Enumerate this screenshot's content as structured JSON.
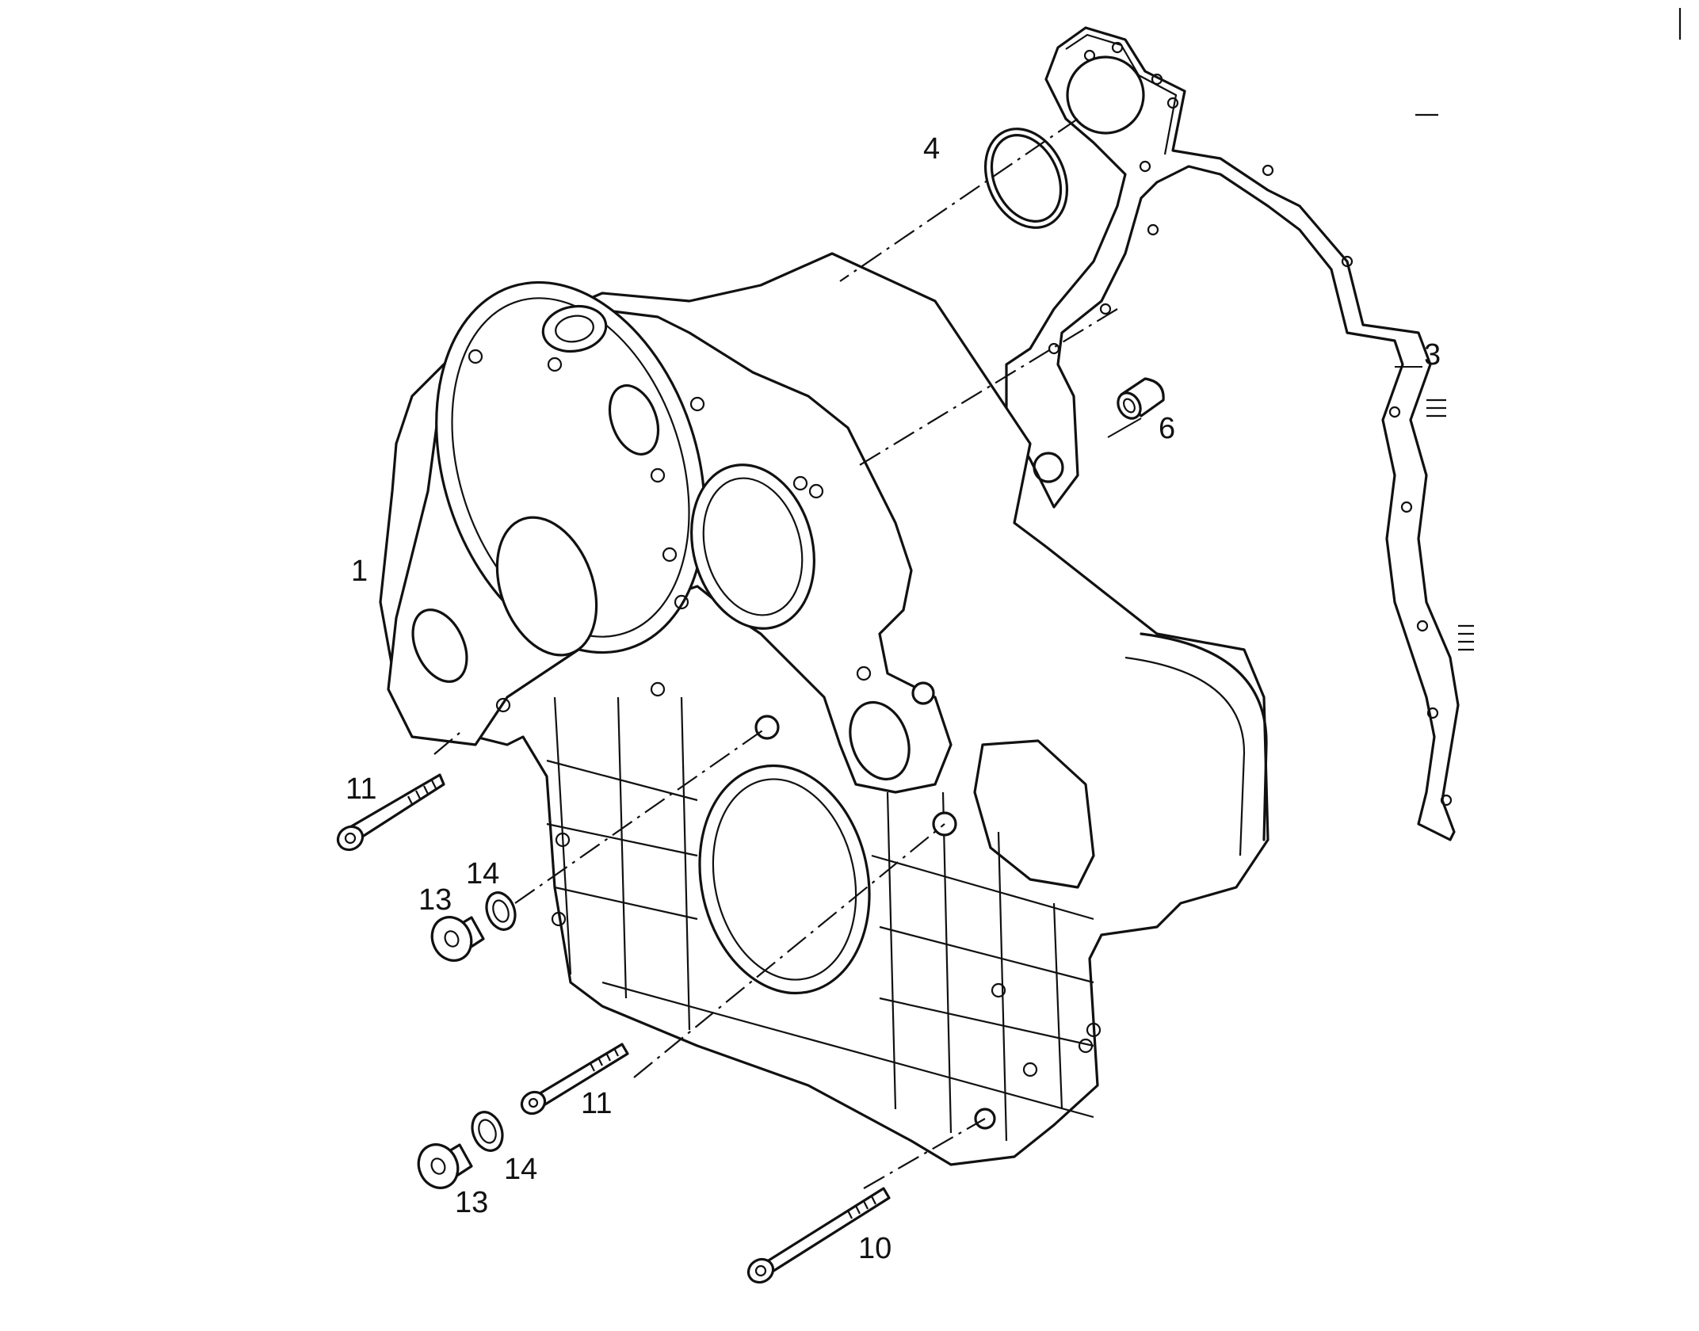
{
  "diagram": {
    "callouts": [
      {
        "id": "c1",
        "text": "1"
      },
      {
        "id": "c3",
        "text": "3"
      },
      {
        "id": "c4",
        "text": "4"
      },
      {
        "id": "c6",
        "text": "6"
      },
      {
        "id": "c11a",
        "text": "11"
      },
      {
        "id": "c14a",
        "text": "14"
      },
      {
        "id": "c13a",
        "text": "13"
      },
      {
        "id": "c11b",
        "text": "11"
      },
      {
        "id": "c14b",
        "text": "14"
      },
      {
        "id": "c13b",
        "text": "13"
      },
      {
        "id": "c10",
        "text": "10"
      }
    ]
  }
}
